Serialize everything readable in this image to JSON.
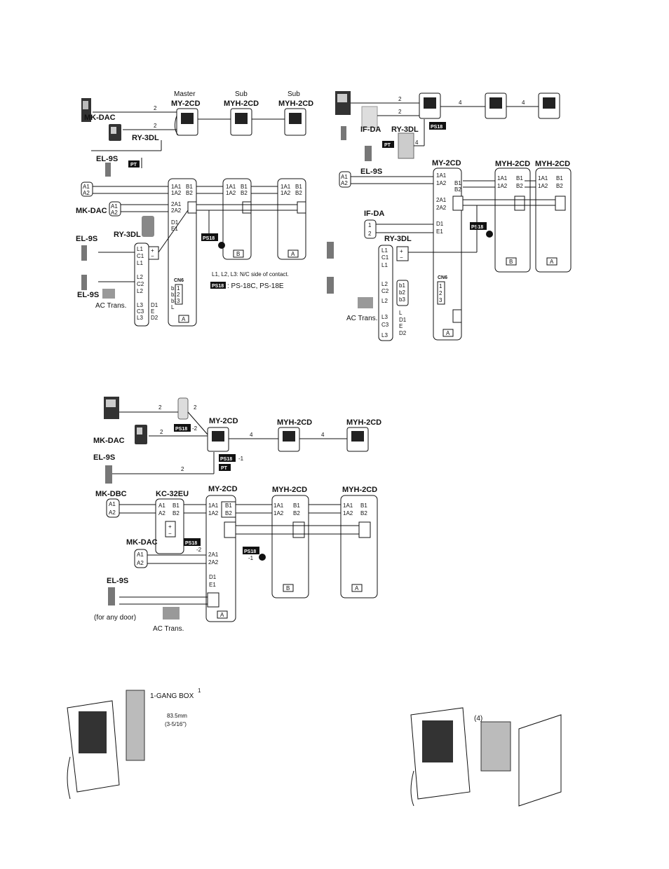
{
  "diagram1": {
    "master_caption": "Master",
    "sub_caption_1": "Sub",
    "sub_caption_2": "Sub",
    "monitor_master": "MY-2CD",
    "monitor_sub_1": "MYH-2CD",
    "monitor_sub_2": "MYH-2CD",
    "mkdac": "MK-DAC",
    "ry3dl": "RY-3DL",
    "el9s": "EL-9S",
    "pt": "PT",
    "wire_count_a": "2",
    "wire_count_b": "2",
    "wiring": {
      "a1": "A1",
      "a2": "A2",
      "mkdac_label": "MK-DAC",
      "ry3dl_label": "RY-3DL",
      "el9s_top": "EL-9S",
      "el9s_bottom": "EL-9S",
      "ac_trans": "AC Trans.",
      "cn6": "CN6",
      "ps18": "PS18",
      "nc_note": "L1, L2, L3: N/C side of contact.",
      "ps18_note": ": PS-18C, PS-18E",
      "master_terms": [
        "1A1",
        "1A2",
        "2A1",
        "2A2",
        "D1",
        "E1"
      ],
      "master_b_terms": [
        "B1",
        "B2"
      ],
      "sub_terms": [
        "1A1",
        "1A2"
      ],
      "sub_b_terms": [
        "B1",
        "B2"
      ],
      "ry_terms": [
        "L1",
        "C1",
        "L1",
        "L2",
        "C2",
        "L2",
        "L3",
        "D1",
        "E",
        "D2"
      ],
      "ry_terms_l3c3": [
        "L3",
        "C3",
        "L3"
      ],
      "cn6_terms": [
        "b1",
        "b2",
        "b3",
        "L"
      ],
      "cn6_pins": [
        "1",
        "2",
        "3"
      ],
      "plus": "+",
      "minus": "−",
      "box_a": "A",
      "box_b": "B"
    }
  },
  "diagram2": {
    "if_da": "IF-DA",
    "ry3dl": "RY-3DL",
    "ps18": "PS18",
    "pt": "PT",
    "el9s": "EL-9S",
    "wire_2a": "2",
    "wire_2b": "2",
    "wire_4a": "4",
    "wire_4b": "4",
    "wire_4c": "4",
    "wiring": {
      "master": "MY-2CD",
      "sub_1": "MYH-2CD",
      "sub_2": "MYH-2CD",
      "a1": "A1",
      "a2": "A2",
      "if_da_label": "IF-DA",
      "if_pins": [
        "1",
        "2"
      ],
      "ry3dl_label": "RY-3DL",
      "ac_trans": "AC Trans.",
      "cn6": "CN6",
      "ps18": "PS18",
      "master_terms": [
        "1A1",
        "1A2",
        "2A1",
        "2A2",
        "D1",
        "E1"
      ],
      "b_terms": [
        "B1",
        "B2"
      ],
      "sub_terms": [
        "1A1",
        "1A2"
      ],
      "ry_terms": [
        "L1",
        "C1",
        "L1",
        "L2",
        "C2",
        "L2",
        "L3",
        "C3",
        "L3"
      ],
      "cn6_terms": [
        "b1",
        "b2",
        "b3"
      ],
      "lower_terms": [
        "L",
        "D1",
        "E",
        "D2"
      ],
      "box_a": "A",
      "box_b": "B",
      "box_a2": "A"
    }
  },
  "diagram3": {
    "master": "MY-2CD",
    "sub_1": "MYH-2CD",
    "sub_2": "MYH-2CD",
    "mkdac": "MK-DAC",
    "el9s": "EL-9S",
    "ps18": "PS18",
    "ps18_suffix_a": "-2",
    "ps18_suffix_b": "-1",
    "pt": "PT",
    "wire_2a": "2",
    "wire_2b": "2",
    "wire_2c": "2",
    "wire_2d": "2",
    "wire_4a": "4",
    "wire_4b": "4",
    "wiring": {
      "mkdbc": "MK-DBC",
      "kc32eu": "KC-32EU",
      "master": "MY-2CD",
      "sub_1": "MYH-2CD",
      "sub_2": "MYH-2CD",
      "mkdac": "MK-DAC",
      "el9s": "EL-9S",
      "for_any_door": "(for any door)",
      "ac_trans": "AC Trans.",
      "ps18": "PS18",
      "suffix_a": "-2",
      "suffix_b": "-1",
      "a1": "A1",
      "a2": "A2",
      "kc_terms": [
        "A1",
        "A2",
        "B1",
        "B2"
      ],
      "master_terms": [
        "1A1",
        "1A2",
        "2A1",
        "2A2",
        "D1",
        "E1"
      ],
      "b_terms": [
        "B1",
        "B2"
      ],
      "sub_terms": [
        "1A1",
        "1A2"
      ],
      "box_a": "A",
      "box_b": "B",
      "box_a2": "A"
    }
  },
  "mounting": {
    "gang_box": "1-GANG BOX",
    "note_ref": "1",
    "dim_mm": "83.5mm",
    "dim_in": "(3-5/16\")",
    "screws": "(4)"
  }
}
